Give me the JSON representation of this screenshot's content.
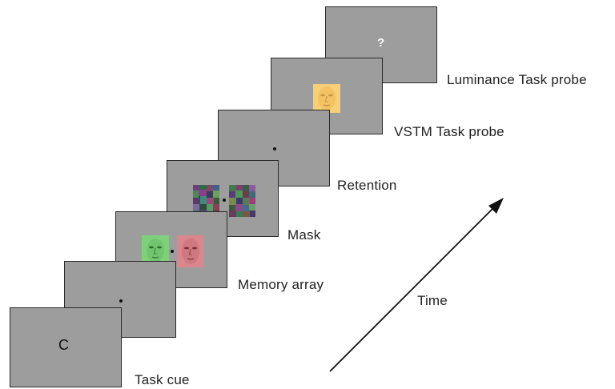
{
  "labels": {
    "task_cue": "Task cue",
    "memory_array": "Memory array",
    "mask": "Mask",
    "retention": "Retention",
    "vstm_probe": "VSTM Task probe",
    "luminance_probe": "Luminance Task probe",
    "time": "Time"
  },
  "screen_text": {
    "cue_letter": "C",
    "probe_symbol": "?"
  },
  "colors": {
    "screen_fill": "#9d9d9d",
    "screen_border": "#2a2a2a",
    "face_green": "#7ed17a",
    "face_red": "#d9868c",
    "face_yellow": "#f6cf76"
  }
}
